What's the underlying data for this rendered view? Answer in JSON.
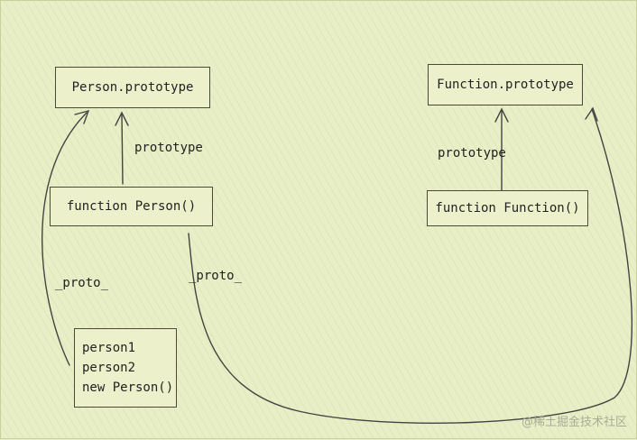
{
  "diagram": {
    "nodes": {
      "person_prototype": "Person.prototype",
      "function_prototype": "Function.prototype",
      "function_person": "function Person()",
      "function_function": "function Function()",
      "instances": [
        "person1",
        "person2",
        "new Person()"
      ]
    },
    "edges": {
      "prototype_left": "prototype",
      "prototype_right": "prototype",
      "proto_left": "_proto_",
      "proto_middle": "_proto_"
    },
    "watermark": "@稀土掘金技术社区"
  }
}
